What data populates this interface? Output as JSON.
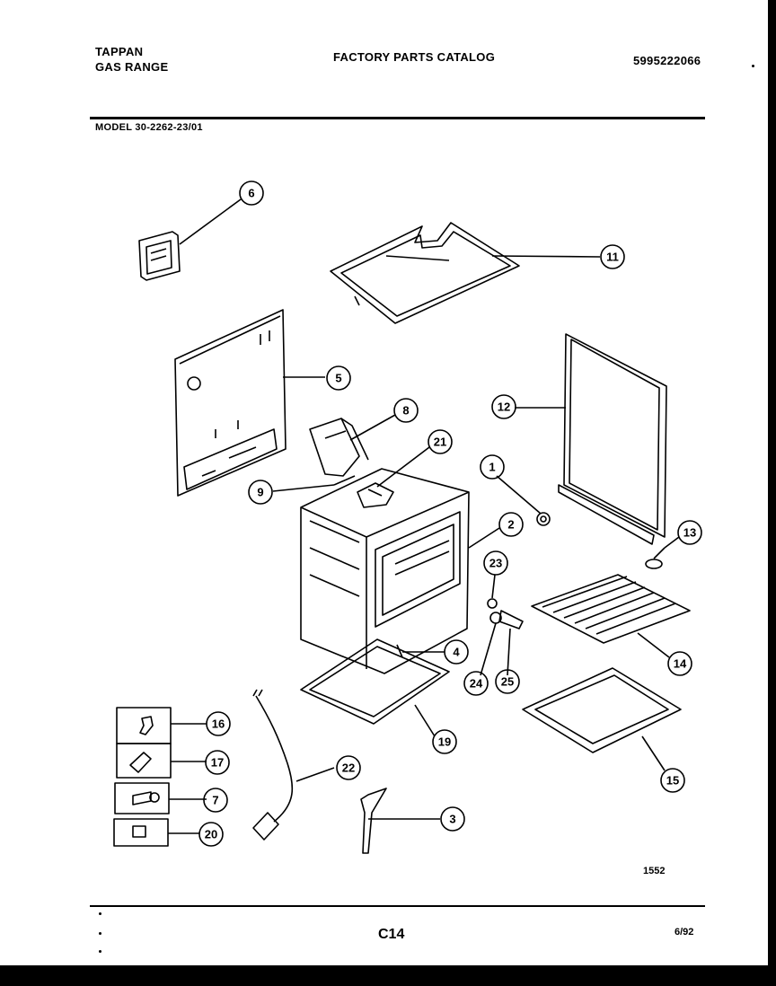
{
  "header": {
    "brand": "TAPPAN",
    "product": "GAS RANGE",
    "catalog_title": "FACTORY PARTS CATALOG",
    "part_number": "5995222066",
    "model": "MODEL 30-2262-23/01"
  },
  "footer": {
    "figure_number": "1552",
    "page_number": "C14",
    "date": "6/92"
  },
  "callouts": {
    "c1": "1",
    "c2": "2",
    "c3": "3",
    "c4": "4",
    "c5": "5",
    "c6": "6",
    "c7": "7",
    "c8": "8",
    "c9": "9",
    "c11": "11",
    "c12": "12",
    "c13": "13",
    "c14": "14",
    "c15": "15",
    "c16": "16",
    "c17": "17",
    "c19": "19",
    "c20": "20",
    "c21": "21",
    "c22": "22",
    "c23": "23",
    "c24": "24",
    "c25": "25"
  }
}
